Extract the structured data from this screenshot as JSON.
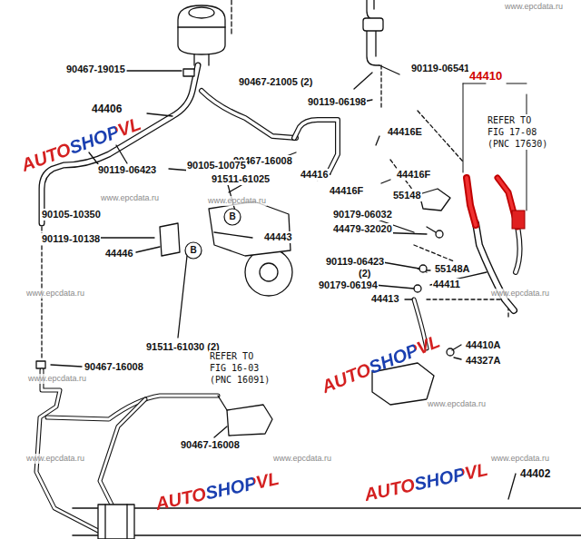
{
  "diagram": {
    "nodes": [
      {
        "text": [
          "B"
        ]
      },
      {
        "text": [
          "B"
        ]
      }
    ],
    "labels": [
      "90467-19015",
      "90467-21005 (2)",
      "90119-06541",
      "44410",
      "90119-06198",
      "REFER TO FIG 17-08 (PNC 17630)",
      "44406",
      "44416E",
      "90467-16008",
      "44416",
      "44416F",
      "44416F",
      "90119-06423",
      "90105-10075",
      "91511-61025",
      "55148",
      "90105-10350",
      "90179-06032",
      "44479-32020",
      "90119-10138",
      "44443",
      "44446",
      "90119-06423",
      "(2)",
      "55148A",
      "90179-06194",
      "44411",
      "44413",
      "91511-61030 (2)",
      "44410A",
      "44327A",
      "REFER TO FIG 16-03 (PNC 16091)",
      "90467-16008",
      "90467-16008",
      "44402",
      "www.epcdata.ru",
      "www.epcdata.ru",
      "www.epcdata.ru",
      "www.epcdata.ru",
      "www.epcdata.ru",
      "www.epcdata.ru",
      "www.epcdata.ru",
      "www.epcdata.ru",
      "www.epcdata.ru",
      "www.epcdata.ru",
      "AUTOSHOPVL",
      "AUTOSHOPVL",
      "AUTOSHOPVL",
      "AUTOSHOPVL"
    ]
  }
}
